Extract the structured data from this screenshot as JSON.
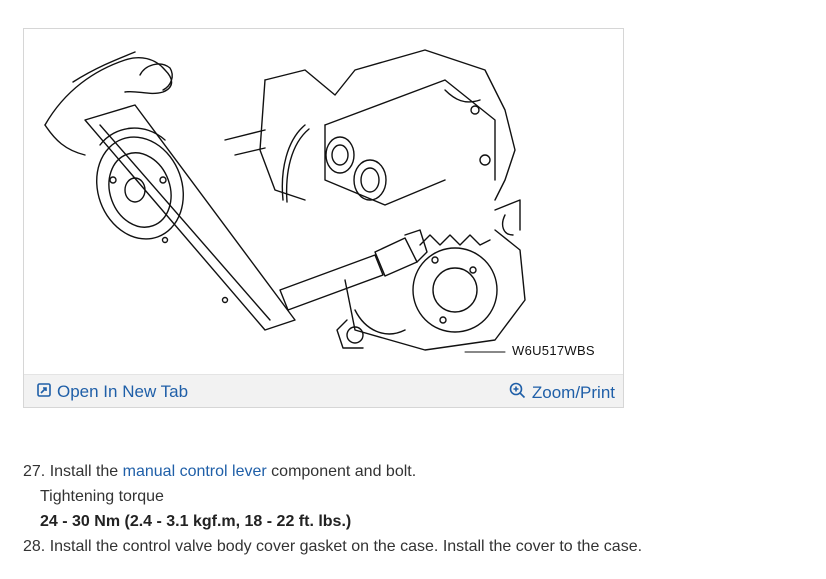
{
  "figure": {
    "code": "W6U517WBS",
    "open_tab_label": "Open In New Tab",
    "zoom_label": "Zoom/Print"
  },
  "steps": {
    "step27": {
      "number": "27.",
      "prefix": "Install the",
      "link": "manual control lever",
      "suffix": "component and bolt.",
      "torque_label": "Tightening torque",
      "torque_value": "24 - 30 Nm (2.4 - 3.1 kgf.m, 18 - 22 ft. lbs.)"
    },
    "step28": {
      "number": "28.",
      "text": "Install the control valve body cover gasket on the case. Install the cover to the case."
    }
  },
  "colors": {
    "link": "#1f5fa8",
    "footer_bg": "#f2f2f2",
    "text": "#333333"
  },
  "icons": {
    "open_tab": "open-new-tab-icon",
    "zoom": "zoom-plus-icon"
  }
}
